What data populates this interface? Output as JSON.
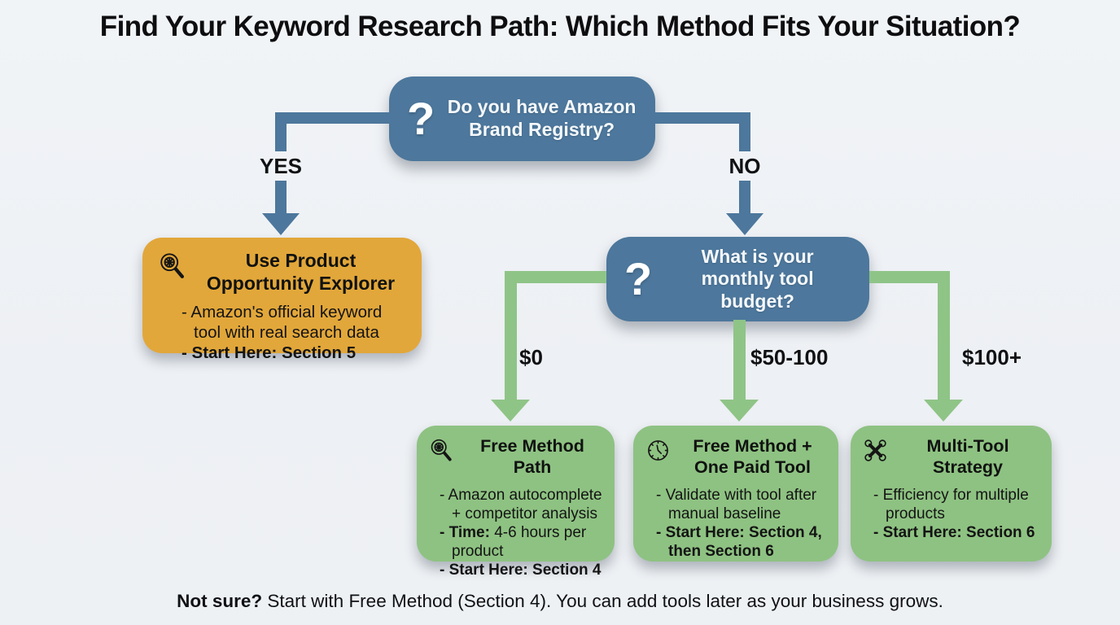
{
  "page": {
    "title": "Find Your Keyword Research Path: Which Method Fits Your Situation?"
  },
  "flow": {
    "question_mark": "?",
    "decision1": {
      "question": "Do you have Amazon Brand Registry?"
    },
    "decision2": {
      "question": "What is your monthly tool budget?"
    },
    "branches": {
      "yes": "YES",
      "no": "NO",
      "budget_zero": "$0",
      "budget_mid": "$50-100",
      "budget_high": "$100+"
    },
    "outcomes": [
      {
        "icon": "magnifier-icon",
        "title": "Use Product Opportunity Explorer",
        "lines": [
          {
            "bold": "",
            "text": "- Amazon's official keyword tool with real search data"
          },
          {
            "bold": "- Start Here: Section 5",
            "text": ""
          }
        ]
      },
      {
        "icon": "magnifier-icon",
        "title": "Free Method Path",
        "lines": [
          {
            "bold": "",
            "text": "- Amazon autocomplete + competitor analysis"
          },
          {
            "bold": "- Time:",
            "text": " 4-6 hours per product"
          },
          {
            "bold": "- Start Here: Section 4",
            "text": ""
          }
        ]
      },
      {
        "icon": "clock-icon",
        "title": "Free Method + One Paid Tool",
        "lines": [
          {
            "bold": "",
            "text": "- Validate with tool after manual baseline"
          },
          {
            "bold": "- Start Here: Section 4, then Section 6",
            "text": ""
          }
        ]
      },
      {
        "icon": "tools-icon",
        "title": "Multi-Tool Strategy",
        "lines": [
          {
            "bold": "",
            "text": "- Efficiency for multiple products"
          },
          {
            "bold": "- Start Here: Section 6",
            "text": ""
          }
        ]
      }
    ],
    "footnote": {
      "bold": "Not sure?",
      "text": " Start with Free Method (Section 4). You can add tools later as your business grows."
    }
  },
  "colors": {
    "background": "#eef1f5",
    "decision_blue": "#4d779c",
    "arrow_blue": "#4d779c",
    "arrow_green": "#8fc487",
    "outcome_orange": "#e2a73a",
    "outcome_green": "#8ec282",
    "title_text": "#0e0e10",
    "box_text_light": "#f4f8fb",
    "box_text_dark": "#141414"
  }
}
